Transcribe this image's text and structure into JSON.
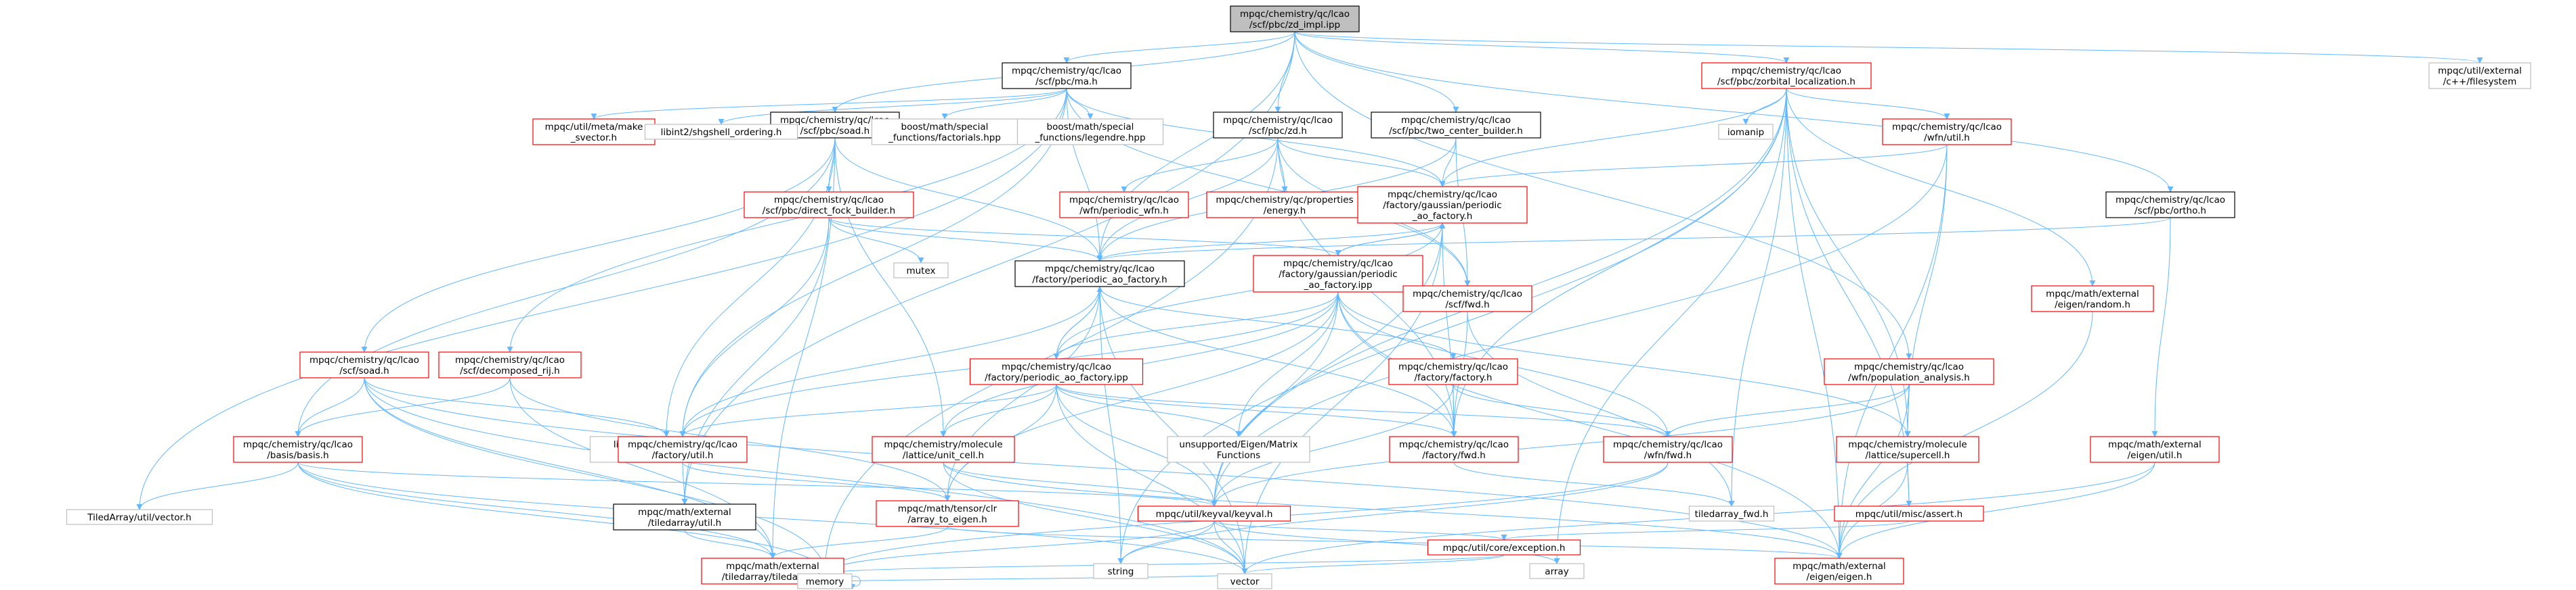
{
  "colors": {
    "root_fill": "#bfbfbf",
    "box_fill": "#ffffff",
    "black_border": "#000000",
    "red_border": "#ff0000",
    "gray_border": "#bfbfbf",
    "text": "#000000",
    "edge": "#63b8ff"
  },
  "nodes": [
    {
      "id": "root",
      "lines": [
        "mpqc/chemistry/qc/lcao",
        "/scf/pbc/zd_impl.ipp"
      ],
      "kind": "root"
    },
    {
      "id": "ma",
      "lines": [
        "mpqc/chemistry/qc/lcao",
        "/scf/pbc/ma.h"
      ],
      "kind": "black"
    },
    {
      "id": "soad",
      "lines": [
        "mpqc/chemistry/qc/lcao",
        "/scf/pbc/soad.h"
      ],
      "kind": "black"
    },
    {
      "id": "pbczd",
      "lines": [
        "mpqc/chemistry/qc/lcao",
        "/scf/pbc/zd.h"
      ],
      "kind": "black"
    },
    {
      "id": "twocenter",
      "lines": [
        "mpqc/chemistry/qc/lcao",
        "/scf/pbc/two_center_builder.h"
      ],
      "kind": "black"
    },
    {
      "id": "zorbital",
      "lines": [
        "mpqc/chemistry/qc/lcao",
        "/scf/pbc/zorbital_localization.h"
      ],
      "kind": "red"
    },
    {
      "id": "ortho",
      "lines": [
        "mpqc/chemistry/qc/lcao",
        "/scf/pbc/ortho.h"
      ],
      "kind": "black"
    },
    {
      "id": "cxxfs",
      "lines": [
        "mpqc/util/external",
        "/c++/filesystem"
      ],
      "kind": "gray"
    },
    {
      "id": "makesv",
      "lines": [
        "mpqc/util/meta/make",
        "_svector.h"
      ],
      "kind": "red"
    },
    {
      "id": "shgshell",
      "lines": [
        "libint2/shgshell_ordering.h"
      ],
      "kind": "gray"
    },
    {
      "id": "boostfact",
      "lines": [
        "boost/math/special",
        "_functions/factorials.hpp"
      ],
      "kind": "gray"
    },
    {
      "id": "boostleg",
      "lines": [
        "boost/math/special",
        "_functions/legendre.hpp"
      ],
      "kind": "gray"
    },
    {
      "id": "dfock",
      "lines": [
        "mpqc/chemistry/qc/lcao",
        "/scf/pbc/direct_fock_builder.h"
      ],
      "kind": "red"
    },
    {
      "id": "periodicwfn",
      "lines": [
        "mpqc/chemistry/qc/lcao",
        "/wfn/periodic_wfn.h"
      ],
      "kind": "red"
    },
    {
      "id": "energy",
      "lines": [
        "mpqc/chemistry/qc/properties",
        "/energy.h"
      ],
      "kind": "red"
    },
    {
      "id": "gpaofac_h",
      "lines": [
        "mpqc/chemistry/qc/lcao",
        "/factory/gaussian/periodic",
        "_ao_factory.h"
      ],
      "kind": "red"
    },
    {
      "id": "iomanip",
      "lines": [
        "iomanip"
      ],
      "kind": "gray"
    },
    {
      "id": "wfnutil",
      "lines": [
        "mpqc/chemistry/qc/lcao",
        "/wfn/util.h"
      ],
      "kind": "red"
    },
    {
      "id": "mutex",
      "lines": [
        "mutex"
      ],
      "kind": "gray"
    },
    {
      "id": "paofac_h",
      "lines": [
        "mpqc/chemistry/qc/lcao",
        "/factory/periodic_ao_factory.h"
      ],
      "kind": "black"
    },
    {
      "id": "gpaofac_ipp",
      "lines": [
        "mpqc/chemistry/qc/lcao",
        "/factory/gaussian/periodic",
        "_ao_factory.ipp"
      ],
      "kind": "red"
    },
    {
      "id": "scffwd",
      "lines": [
        "mpqc/chemistry/qc/lcao",
        "/scf/fwd.h"
      ],
      "kind": "red"
    },
    {
      "id": "random",
      "lines": [
        "mpqc/math/external",
        "/eigen/random.h"
      ],
      "kind": "red"
    },
    {
      "id": "scfsoad",
      "lines": [
        "mpqc/chemistry/qc/lcao",
        "/scf/soad.h"
      ],
      "kind": "red"
    },
    {
      "id": "decomp",
      "lines": [
        "mpqc/chemistry/qc/lcao",
        "/scf/decomposed_rij.h"
      ],
      "kind": "red"
    },
    {
      "id": "paofac_ipp",
      "lines": [
        "mpqc/chemistry/qc/lcao",
        "/factory/periodic_ao_factory.ipp"
      ],
      "kind": "red"
    },
    {
      "id": "factory",
      "lines": [
        "mpqc/chemistry/qc/lcao",
        "/factory/factory.h"
      ],
      "kind": "red"
    },
    {
      "id": "popan",
      "lines": [
        "mpqc/chemistry/qc/lcao",
        "/wfn/population_analysis.h"
      ],
      "kind": "red"
    },
    {
      "id": "basis",
      "lines": [
        "mpqc/chemistry/qc/lcao",
        "/basis/basis.h"
      ],
      "kind": "red"
    },
    {
      "id": "sto3g",
      "lines": [
        "libint2/chemistry/sto3g",
        "_atomic_density.h"
      ],
      "kind": "gray"
    },
    {
      "id": "factutil",
      "lines": [
        "mpqc/chemistry/qc/lcao",
        "/factory/util.h"
      ],
      "kind": "red"
    },
    {
      "id": "eigenmat",
      "lines": [
        "unsupported/Eigen/Matrix",
        "Functions"
      ],
      "kind": "gray"
    },
    {
      "id": "unitcell",
      "lines": [
        "mpqc/chemistry/molecule",
        "/lattice/unit_cell.h"
      ],
      "kind": "red"
    },
    {
      "id": "factfwd",
      "lines": [
        "mpqc/chemistry/qc/lcao",
        "/factory/fwd.h"
      ],
      "kind": "red"
    },
    {
      "id": "wfnfwd",
      "lines": [
        "mpqc/chemistry/qc/lcao",
        "/wfn/fwd.h"
      ],
      "kind": "red"
    },
    {
      "id": "supercell",
      "lines": [
        "mpqc/chemistry/molecule",
        "/lattice/supercell.h"
      ],
      "kind": "red"
    },
    {
      "id": "eutil",
      "lines": [
        "mpqc/math/external",
        "/eigen/util.h"
      ],
      "kind": "red"
    },
    {
      "id": "tavec",
      "lines": [
        "TiledArray/util/vector.h"
      ],
      "kind": "gray"
    },
    {
      "id": "tautil",
      "lines": [
        "mpqc/math/external",
        "/tiledarray/util.h"
      ],
      "kind": "black"
    },
    {
      "id": "keyval",
      "lines": [
        "mpqc/util/keyval/keyval.h"
      ],
      "kind": "red"
    },
    {
      "id": "clr",
      "lines": [
        "mpqc/math/tensor/clr",
        "/array_to_eigen.h"
      ],
      "kind": "red"
    },
    {
      "id": "tafwd",
      "lines": [
        "tiledarray_fwd.h"
      ],
      "kind": "gray"
    },
    {
      "id": "massert",
      "lines": [
        "mpqc/util/misc/assert.h"
      ],
      "kind": "red"
    },
    {
      "id": "tiledarray",
      "lines": [
        "mpqc/math/external",
        "/tiledarray/tiledarray.h"
      ],
      "kind": "red"
    },
    {
      "id": "string",
      "lines": [
        "string"
      ],
      "kind": "gray"
    },
    {
      "id": "array",
      "lines": [
        "array"
      ],
      "kind": "gray"
    },
    {
      "id": "exception",
      "lines": [
        "mpqc/util/core/exception.h"
      ],
      "kind": "red"
    },
    {
      "id": "eigen",
      "lines": [
        "mpqc/math/external",
        "/eigen/eigen.h"
      ],
      "kind": "red"
    },
    {
      "id": "memory",
      "lines": [
        "memory"
      ],
      "kind": "gray"
    },
    {
      "id": "vector",
      "lines": [
        "vector"
      ],
      "kind": "gray"
    }
  ],
  "edges": [
    [
      "root",
      "ma"
    ],
    [
      "root",
      "soad"
    ],
    [
      "root",
      "pbczd"
    ],
    [
      "root",
      "twocenter"
    ],
    [
      "root",
      "zorbital"
    ],
    [
      "root",
      "ortho"
    ],
    [
      "root",
      "cxxfs"
    ],
    [
      "root",
      "paofac_h"
    ],
    [
      "root",
      "tautil"
    ],
    [
      "root",
      "popan"
    ],
    [
      "ma",
      "makesv"
    ],
    [
      "ma",
      "shgshell"
    ],
    [
      "ma",
      "boostfact"
    ],
    [
      "ma",
      "boostleg"
    ],
    [
      "ma",
      "paofac_h"
    ],
    [
      "ma",
      "decomp"
    ],
    [
      "ma",
      "factutil"
    ],
    [
      "ma",
      "tavec"
    ],
    [
      "ma",
      "scffwd"
    ],
    [
      "ma",
      "gpaofac_h"
    ],
    [
      "soad",
      "dfock"
    ],
    [
      "soad",
      "paofac_h"
    ],
    [
      "soad",
      "scfsoad"
    ],
    [
      "soad",
      "basis"
    ],
    [
      "soad",
      "tiledarray"
    ],
    [
      "soad",
      "sto3g"
    ],
    [
      "soad",
      "unitcell"
    ],
    [
      "pbczd",
      "periodicwfn"
    ],
    [
      "pbczd",
      "energy"
    ],
    [
      "pbczd",
      "gpaofac_h"
    ],
    [
      "pbczd",
      "scffwd"
    ],
    [
      "pbczd",
      "paofac_h"
    ],
    [
      "pbczd",
      "memory"
    ],
    [
      "pbczd",
      "factfwd"
    ],
    [
      "twocenter",
      "gpaofac_h"
    ],
    [
      "twocenter",
      "scffwd"
    ],
    [
      "twocenter",
      "paofac_h"
    ],
    [
      "zorbital",
      "iomanip"
    ],
    [
      "zorbital",
      "wfnutil"
    ],
    [
      "zorbital",
      "gpaofac_h"
    ],
    [
      "zorbital",
      "random"
    ],
    [
      "zorbital",
      "keyval"
    ],
    [
      "zorbital",
      "supercell"
    ],
    [
      "zorbital",
      "eigen"
    ],
    [
      "zorbital",
      "massert"
    ],
    [
      "zorbital",
      "tafwd"
    ],
    [
      "zorbital",
      "string"
    ],
    [
      "zorbital",
      "array"
    ],
    [
      "zorbital",
      "factfwd"
    ],
    [
      "ortho",
      "paofac_h"
    ],
    [
      "ortho",
      "eutil"
    ],
    [
      "dfock",
      "paofac_h"
    ],
    [
      "dfock",
      "mutex"
    ],
    [
      "dfock",
      "factutil"
    ],
    [
      "dfock",
      "tautil"
    ],
    [
      "dfock",
      "gpaofac_ipp"
    ],
    [
      "gpaofac_h",
      "paofac_h"
    ],
    [
      "gpaofac_h",
      "gpaofac_ipp"
    ],
    [
      "gpaofac_h",
      "factfwd"
    ],
    [
      "gpaofac_h",
      "vector"
    ],
    [
      "gpaofac_h",
      "keyval"
    ],
    [
      "wfnutil",
      "gpaofac_h"
    ],
    [
      "wfnutil",
      "supercell"
    ],
    [
      "wfnutil",
      "eigen"
    ],
    [
      "wfnutil",
      "keyval"
    ],
    [
      "paofac_h",
      "paofac_ipp"
    ],
    [
      "paofac_h",
      "factory"
    ],
    [
      "paofac_h",
      "factutil"
    ],
    [
      "paofac_h",
      "factfwd"
    ],
    [
      "paofac_h",
      "vector"
    ],
    [
      "paofac_h",
      "string"
    ],
    [
      "paofac_h",
      "clr"
    ],
    [
      "gpaofac_ipp",
      "gpaofac_h"
    ],
    [
      "gpaofac_ipp",
      "paofac_ipp"
    ],
    [
      "gpaofac_ipp",
      "factfwd"
    ],
    [
      "gpaofac_ipp",
      "eigenmat"
    ],
    [
      "gpaofac_ipp",
      "unitcell"
    ],
    [
      "gpaofac_ipp",
      "supercell"
    ],
    [
      "gpaofac_ipp",
      "wfnfwd"
    ],
    [
      "gpaofac_ipp",
      "clr"
    ],
    [
      "gpaofac_ipp",
      "factutil"
    ],
    [
      "gpaofac_ipp",
      "eigen"
    ],
    [
      "gpaofac_ipp",
      "keyval"
    ],
    [
      "scffwd",
      "factfwd"
    ],
    [
      "scffwd",
      "tafwd"
    ],
    [
      "random",
      "eigen"
    ],
    [
      "scfsoad",
      "basis"
    ],
    [
      "scfsoad",
      "sto3g"
    ],
    [
      "scfsoad",
      "tiledarray"
    ],
    [
      "scfsoad",
      "eigen"
    ],
    [
      "scfsoad",
      "memory"
    ],
    [
      "scfsoad",
      "vector"
    ],
    [
      "decomp",
      "basis"
    ],
    [
      "decomp",
      "clr"
    ],
    [
      "decomp",
      "tiledarray"
    ],
    [
      "paofac_ipp",
      "paofac_h"
    ],
    [
      "paofac_ipp",
      "factutil"
    ],
    [
      "paofac_ipp",
      "unitcell"
    ],
    [
      "paofac_ipp",
      "factfwd"
    ],
    [
      "paofac_ipp",
      "clr"
    ],
    [
      "paofac_ipp",
      "keyval"
    ],
    [
      "paofac_ipp",
      "vector"
    ],
    [
      "paofac_ipp",
      "gpaofac_h"
    ],
    [
      "paofac_ipp",
      "eigenmat"
    ],
    [
      "paofac_ipp",
      "wfnfwd"
    ],
    [
      "factory",
      "factfwd"
    ],
    [
      "factory",
      "wfnfwd"
    ],
    [
      "factory",
      "keyval"
    ],
    [
      "popan",
      "wfnfwd"
    ],
    [
      "popan",
      "supercell"
    ],
    [
      "popan",
      "keyval"
    ],
    [
      "popan",
      "eigen"
    ],
    [
      "basis",
      "tavec"
    ],
    [
      "basis",
      "keyval"
    ],
    [
      "basis",
      "tiledarray"
    ],
    [
      "basis",
      "memory"
    ],
    [
      "basis",
      "vector"
    ],
    [
      "factutil",
      "clr"
    ],
    [
      "factutil",
      "tautil"
    ],
    [
      "unitcell",
      "keyval"
    ],
    [
      "unitcell",
      "vector"
    ],
    [
      "unitcell",
      "eigen"
    ],
    [
      "factfwd",
      "tafwd"
    ],
    [
      "wfnfwd",
      "memory"
    ],
    [
      "wfnfwd",
      "string"
    ],
    [
      "supercell",
      "massert"
    ],
    [
      "supercell",
      "eigen"
    ],
    [
      "eutil",
      "eigen"
    ],
    [
      "eutil",
      "vector"
    ],
    [
      "tautil",
      "tiledarray"
    ],
    [
      "keyval",
      "string"
    ],
    [
      "keyval",
      "vector"
    ],
    [
      "keyval",
      "memory"
    ],
    [
      "keyval",
      "exception"
    ],
    [
      "keyval",
      "array"
    ],
    [
      "clr",
      "tiledarray"
    ],
    [
      "clr",
      "eigen"
    ],
    [
      "massert",
      "exception"
    ],
    [
      "tiledarray",
      "memory"
    ],
    [
      "tiledarray",
      "vector"
    ],
    [
      "exception",
      "memory"
    ],
    [
      "exception",
      "vector"
    ],
    [
      "memory",
      "memory"
    ]
  ]
}
